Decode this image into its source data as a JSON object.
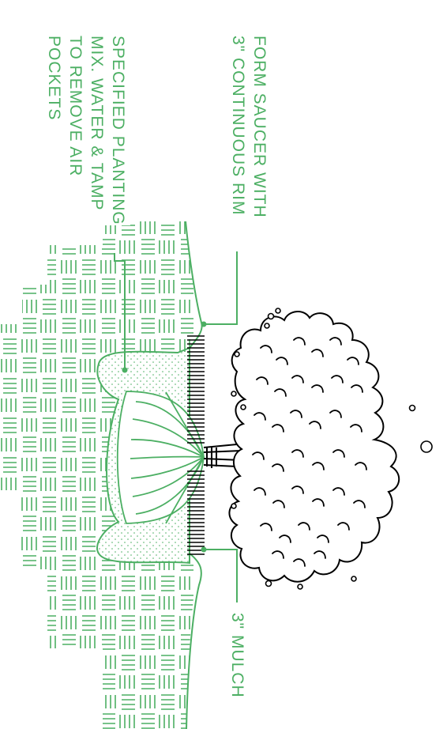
{
  "labels": {
    "saucer_line1": "FORM SAUCER WITH",
    "saucer_line2": "3\" CONTINUOUS RIM",
    "mix_line1": "SPECIFIED PLANTING",
    "mix_line2": "MIX.  WATER & TAMP",
    "mix_line3": "TO REMOVE  AIR",
    "mix_line4": "POCKETS",
    "mulch": "3\"  MULCH"
  },
  "colors": {
    "detail_green": "#4caf63",
    "ink_black": "#000000"
  }
}
